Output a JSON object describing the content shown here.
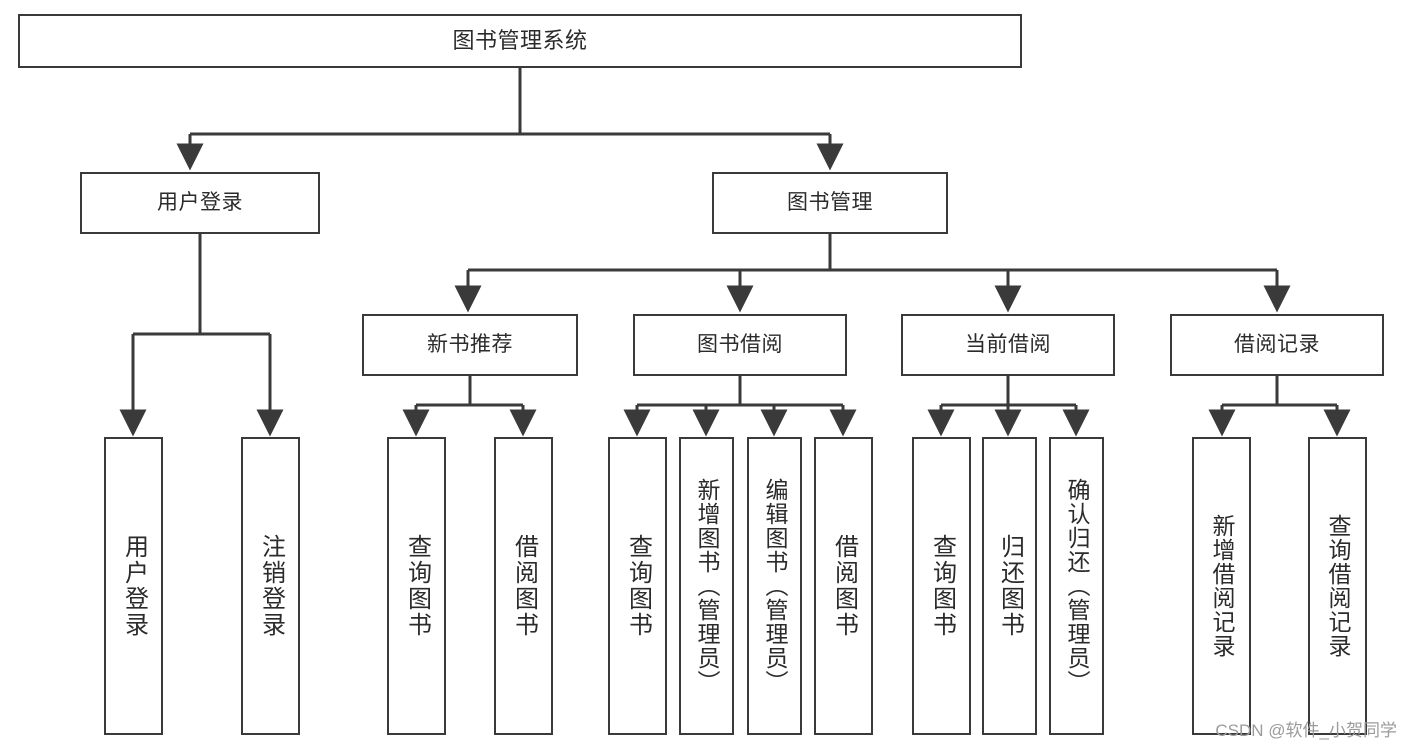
{
  "diagram": {
    "title": "图书管理系统",
    "type": "tree-hierarchy",
    "stroke_color": "#3a3a3a",
    "text_color": "#2b2b2b",
    "background_color": "#ffffff"
  },
  "root": {
    "label": "图书管理系统"
  },
  "level2": [
    {
      "label": "用户登录"
    },
    {
      "label": "图书管理"
    }
  ],
  "level3": [
    {
      "label": "新书推荐"
    },
    {
      "label": "图书借阅"
    },
    {
      "label": "当前借阅"
    },
    {
      "label": "借阅记录"
    }
  ],
  "leaves": {
    "user_login": [
      {
        "label": "用户登录"
      },
      {
        "label": "注销登录"
      }
    ],
    "new_book": [
      {
        "label": "查询图书"
      },
      {
        "label": "借阅图书"
      }
    ],
    "book_borrow": [
      {
        "label": "查询图书"
      },
      {
        "label": "新增图书（管理员）"
      },
      {
        "label": "编辑图书（管理员）"
      },
      {
        "label": "借阅图书"
      }
    ],
    "current_borrow": [
      {
        "label": "查询图书"
      },
      {
        "label": "归还图书"
      },
      {
        "label": "确认归还（管理员）"
      }
    ],
    "borrow_record": [
      {
        "label": "新增借阅记录"
      },
      {
        "label": "查询借阅记录"
      }
    ]
  },
  "watermark": {
    "text": "CSDN @软件_小贺同学"
  }
}
